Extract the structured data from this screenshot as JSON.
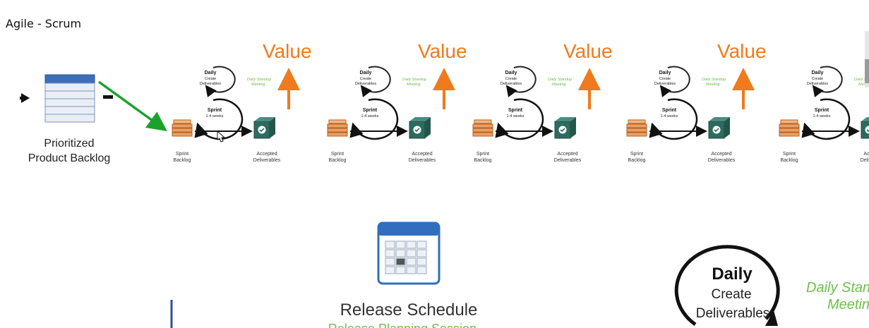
{
  "page": {
    "title": "Agile - Scrum"
  },
  "backlog": {
    "line1": "Prioritized",
    "line2": "Product Backlog"
  },
  "sprint_labels": {
    "value": "Value",
    "daily_line1": "Daily",
    "daily_line2": "Create",
    "daily_line3": "Deliverables",
    "standup_line1": "Daily Standup",
    "standup_line2": "Meeting",
    "sprint_line1": "Sprint",
    "sprint_line2": "1-4 weeks",
    "sprint_backlog_line1": "Sprint",
    "sprint_backlog_line2": "Backlog",
    "accepted_line1": "Accepted",
    "accepted_line2": "Deliverables"
  },
  "release": {
    "label": "Release Schedule",
    "subtitle": "Release Planning Session"
  },
  "zoom_detail": {
    "daily": "Daily",
    "create": "Create",
    "deliverables": "Deliverables",
    "standup_line1": "Daily Standup",
    "standup_line2": "Meeting"
  },
  "colors": {
    "value_orange": "#f07a1c",
    "standup_green": "#6dbf4a",
    "arrow_green": "#1aa32b",
    "calendar_blue": "#2f6fbd"
  }
}
